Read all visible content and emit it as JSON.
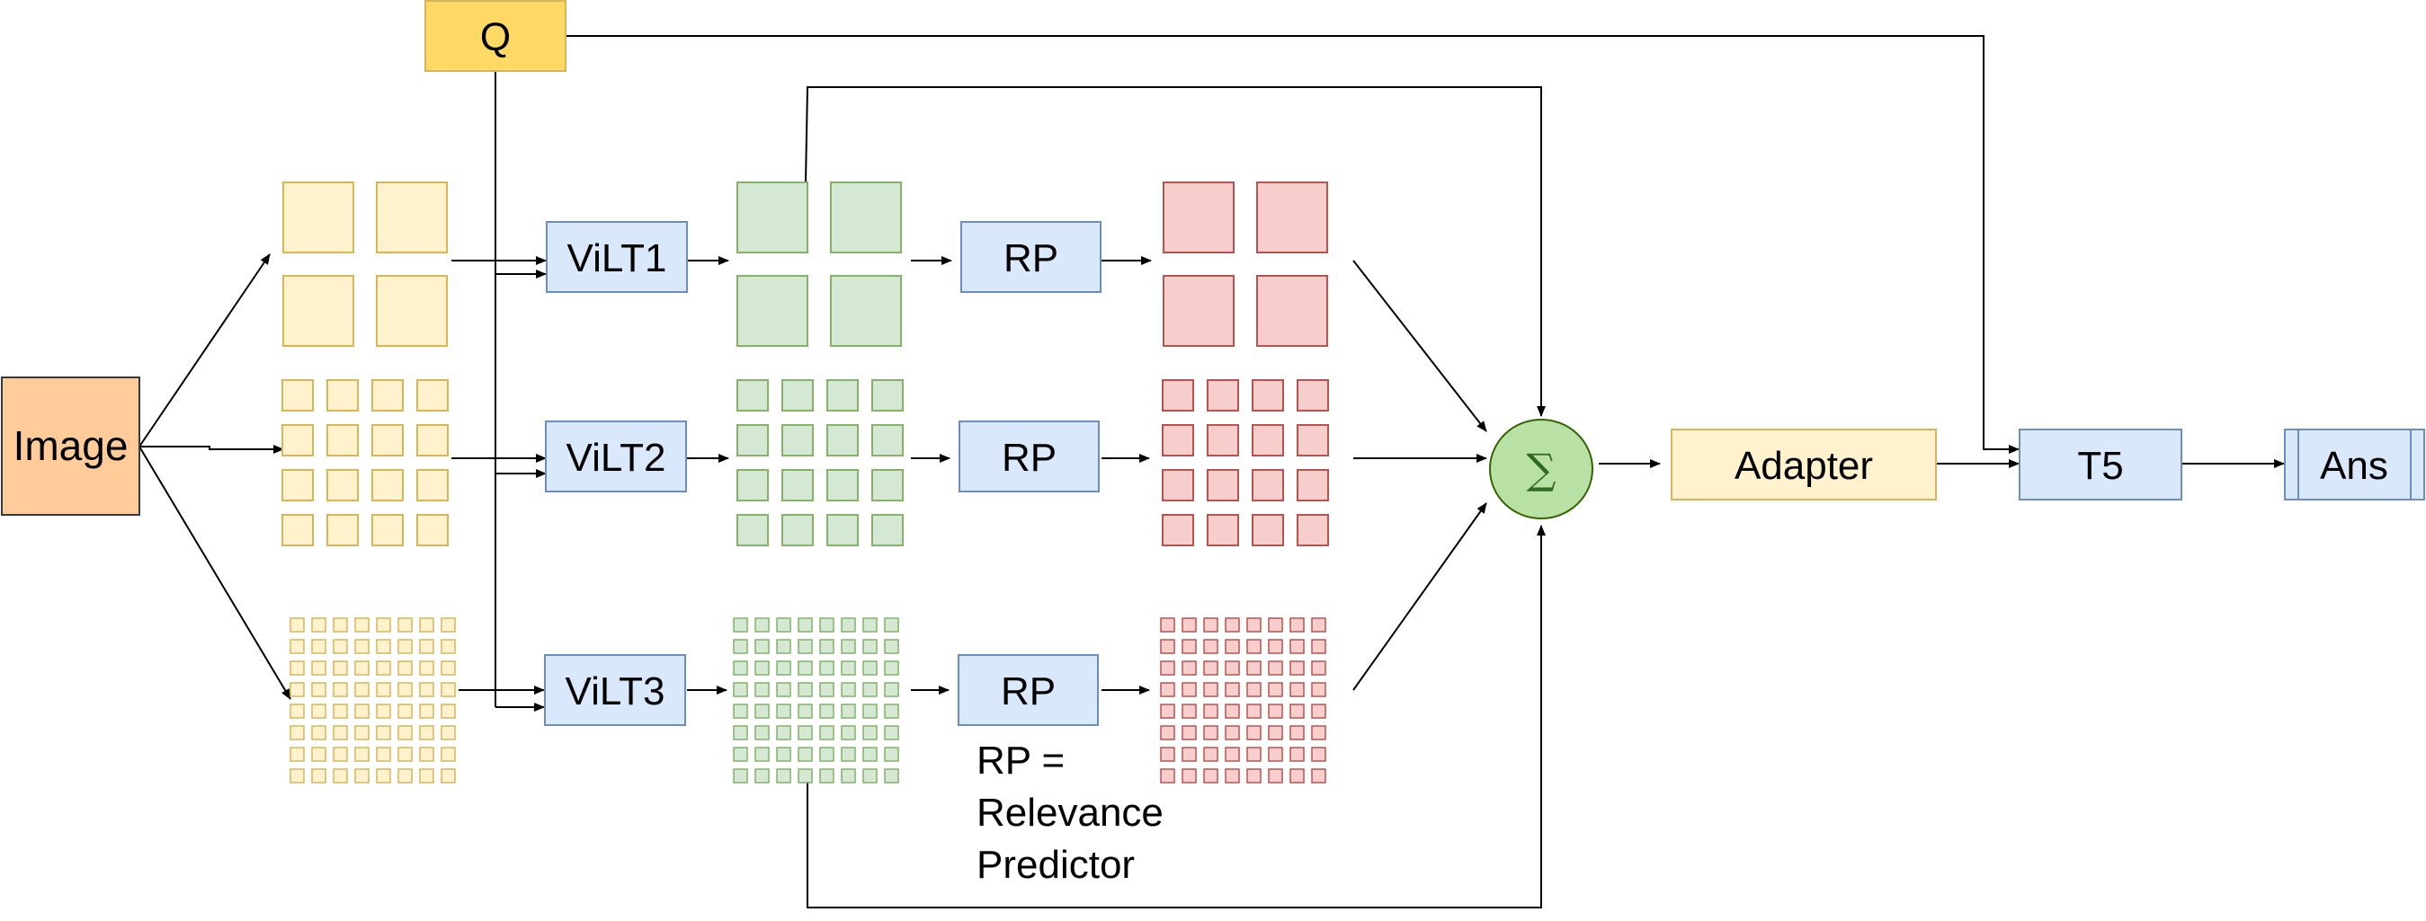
{
  "nodes": {
    "image": "Image",
    "question": "Q",
    "vilt1": "ViLT1",
    "vilt2": "ViLT2",
    "vilt3": "ViLT3",
    "rp1": "RP",
    "rp2": "RP",
    "rp3": "RP",
    "sum_symbol": "∑",
    "adapter": "Adapter",
    "t5": "T5",
    "answer": "Ans"
  },
  "legend": {
    "line1": "RP =",
    "line2": "Relevance",
    "line3": "Predictor"
  },
  "patch_grids": [
    {
      "scale": "coarse",
      "rows": 2,
      "cols": 2
    },
    {
      "scale": "medium",
      "rows": 4,
      "cols": 4
    },
    {
      "scale": "fine",
      "rows": 8,
      "cols": 8
    }
  ],
  "colors": {
    "image_fill": "#ffcc99",
    "image_stroke": "#36393d",
    "question_fill": "#ffd966",
    "question_stroke": "#d6b656",
    "box_fill": "#dae8fc",
    "box_stroke": "#6c8ebf",
    "adapter_fill": "#fff2cc",
    "adapter_stroke": "#d6b656",
    "patch_yellow_fill": "#fff2cc",
    "patch_yellow_stroke": "#d6b656",
    "patch_green_fill": "#d5e8d4",
    "patch_green_stroke": "#82b366",
    "patch_red_fill": "#f8cecc",
    "patch_red_stroke": "#b85450",
    "sum_fill": "#b9e0a5",
    "sum_stroke": "#336600"
  }
}
